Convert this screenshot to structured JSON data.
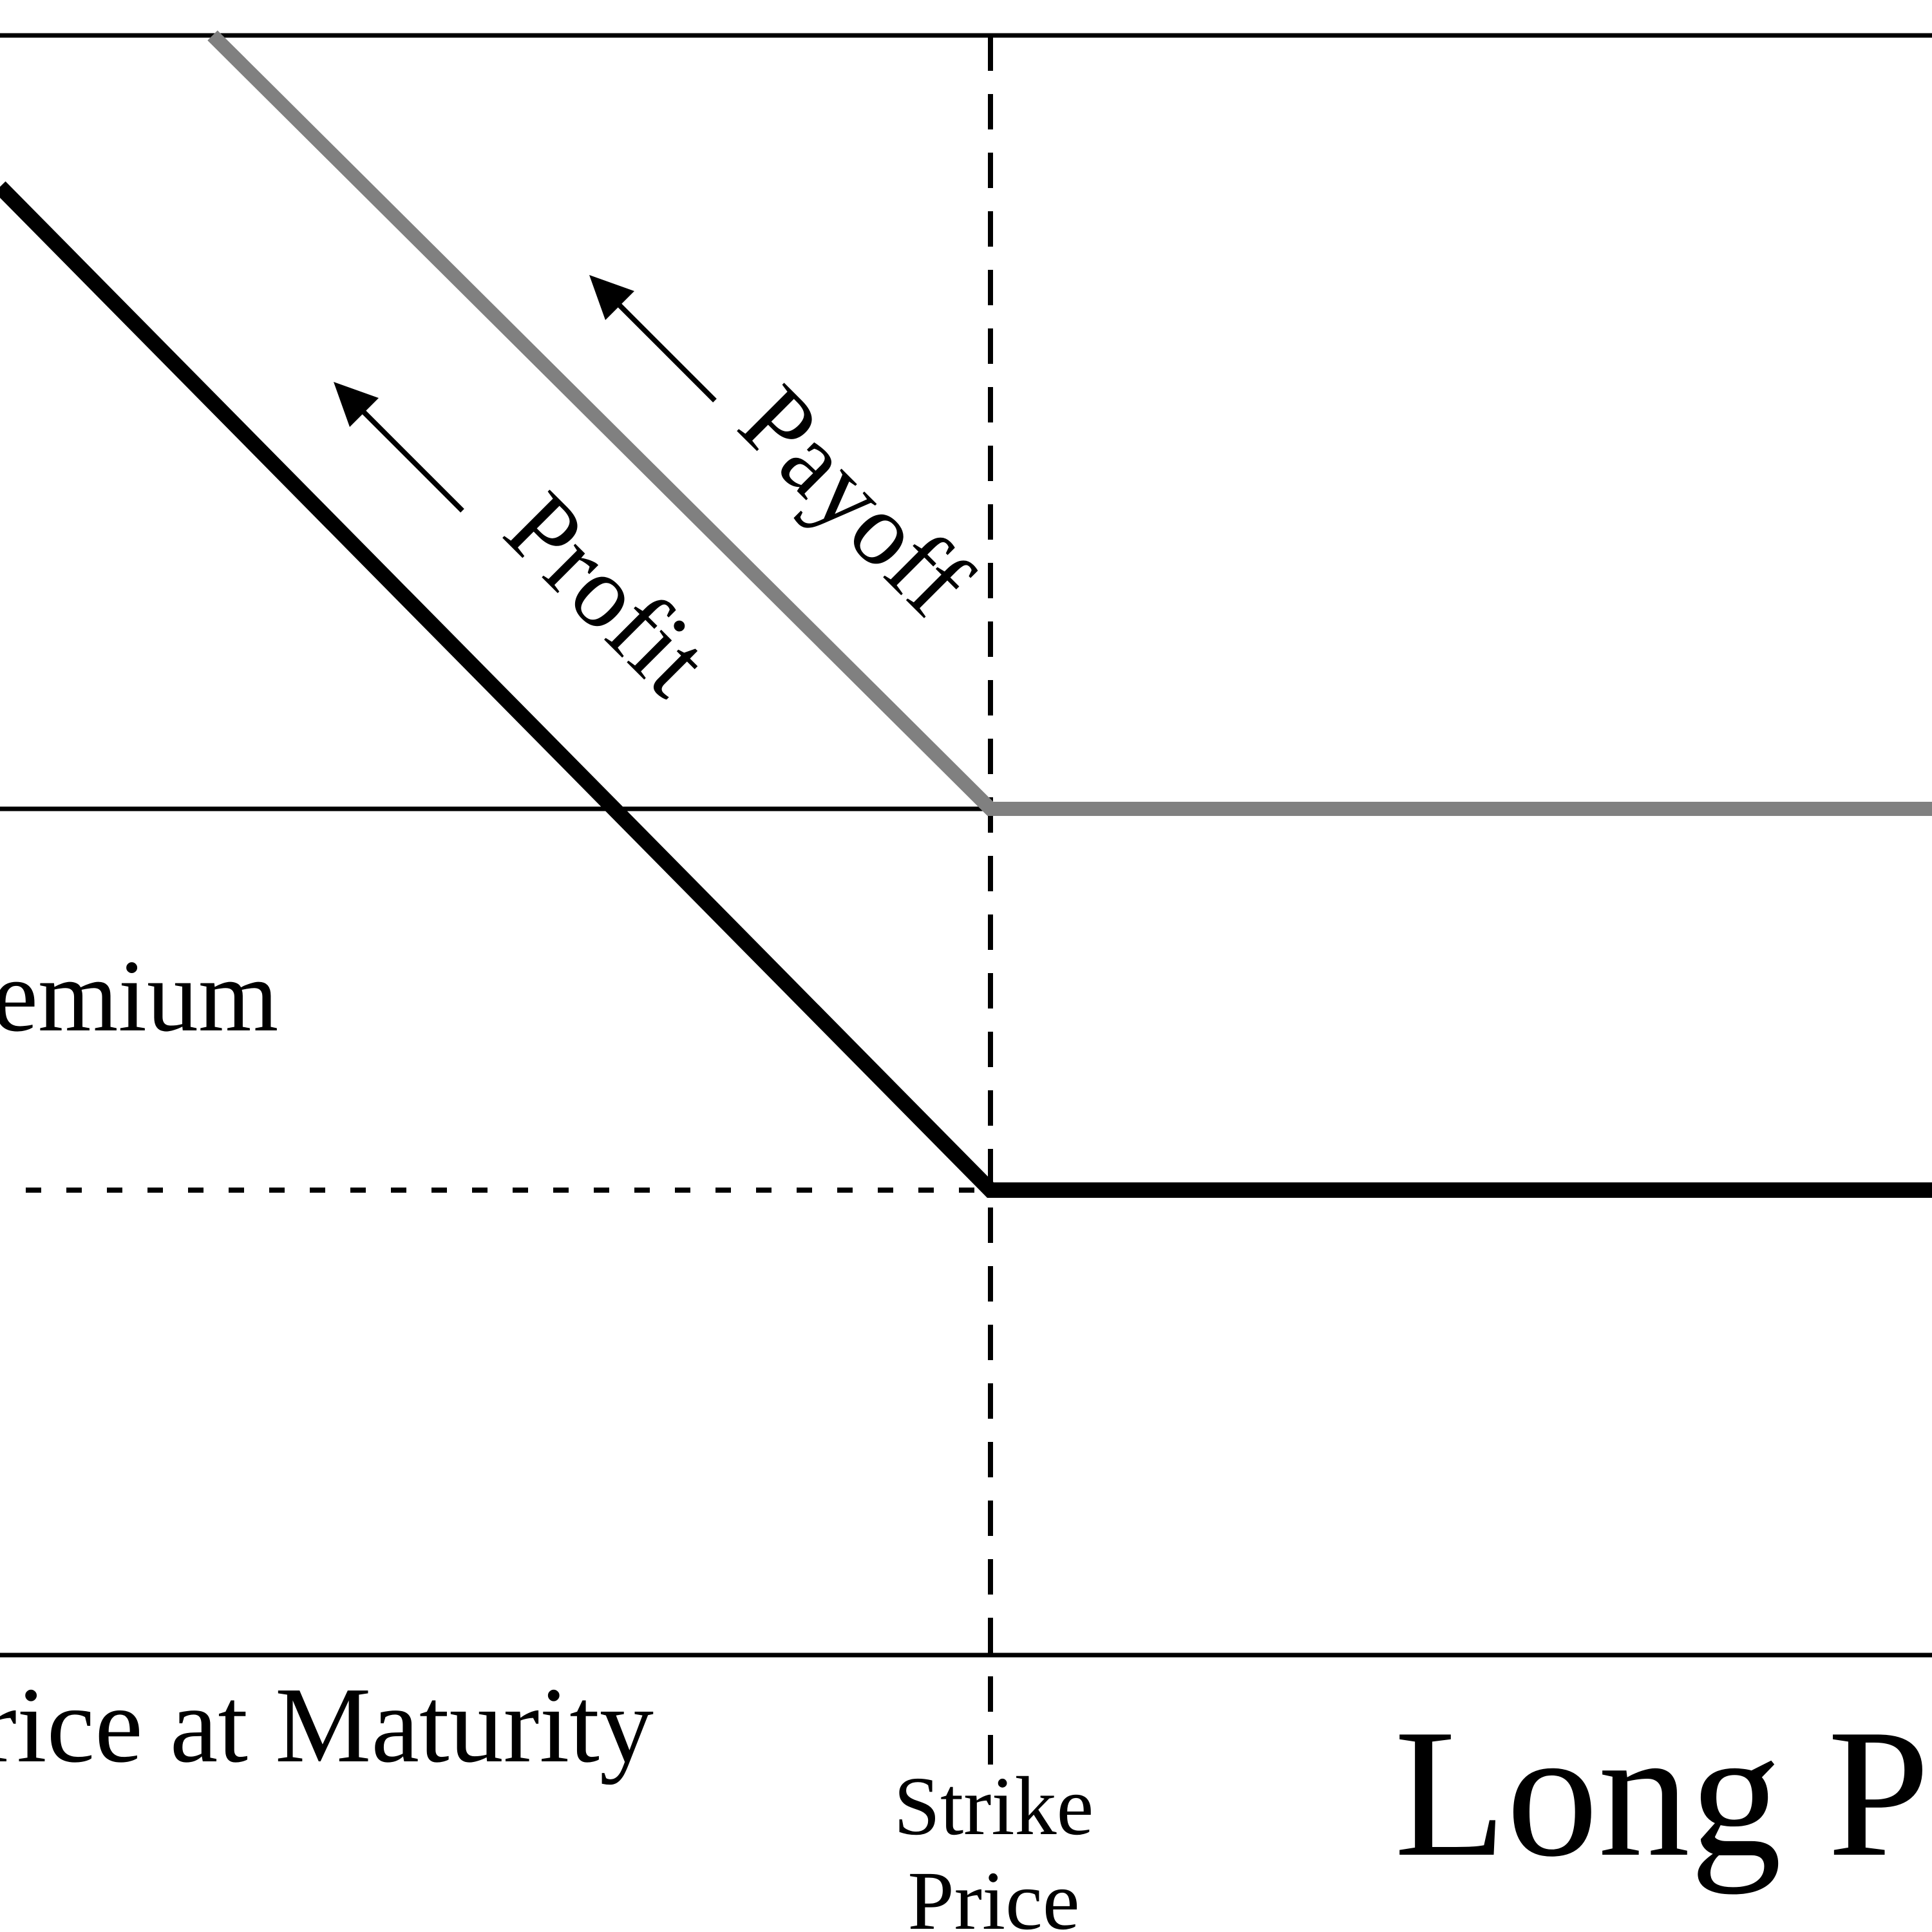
{
  "diagram": {
    "labels": {
      "payoff": "Payoff",
      "profit": "Profit",
      "premium": "emium",
      "x_axis": "rice at Maturity",
      "strike_line1": "Strike",
      "strike_line2": "Price",
      "title": "Long P"
    },
    "colors": {
      "payoff_line": "#808080",
      "profit_line": "#000000",
      "axes": "#000000",
      "background": "#ffffff"
    },
    "arrow_icons": [
      "arrow-up-left-icon",
      "arrow-up-left-icon"
    ]
  }
}
